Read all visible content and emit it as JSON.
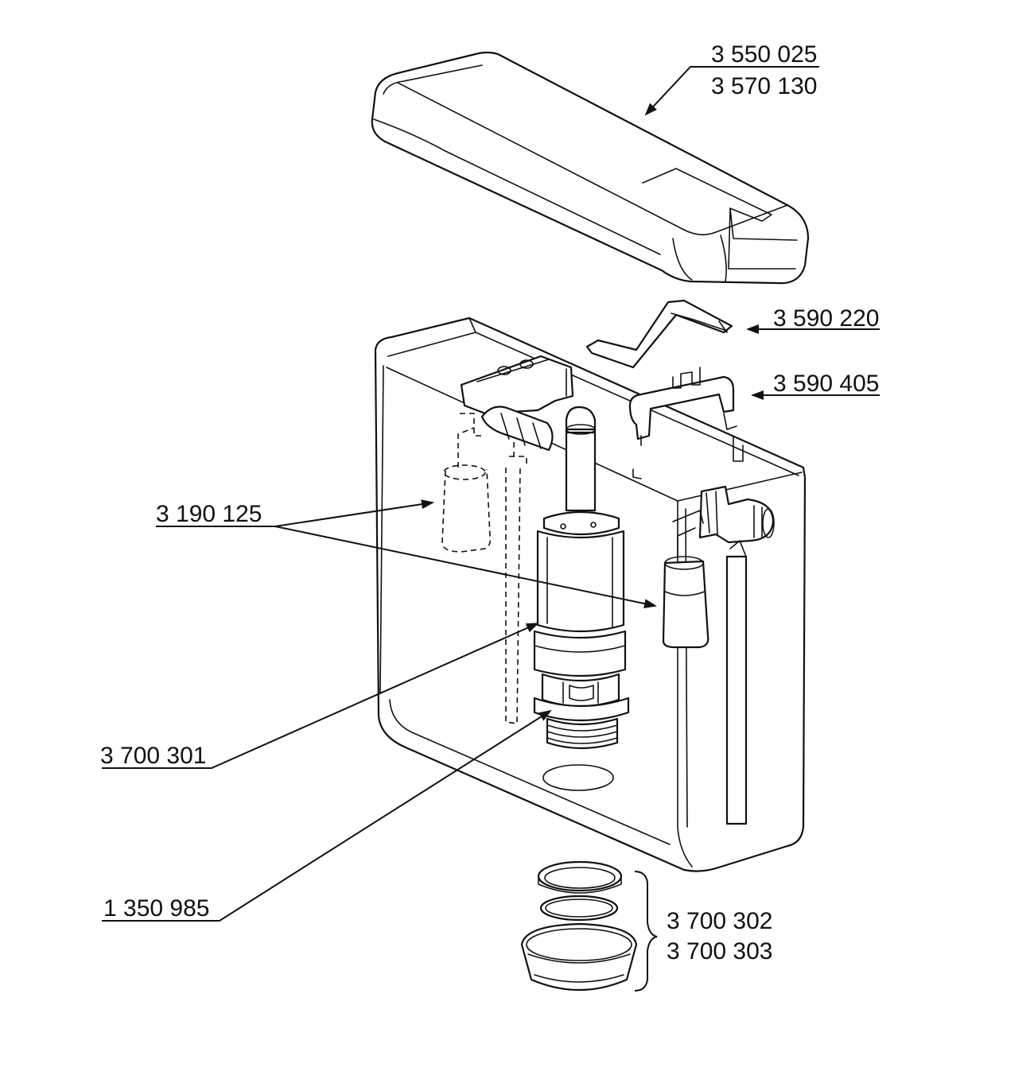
{
  "callouts": {
    "lid": {
      "line1": "3 550 025",
      "line2": "3 570 130"
    },
    "lever": {
      "label": "3 590 220"
    },
    "clip": {
      "label": "3 590 405"
    },
    "fill_valve": {
      "label": "3 190 125"
    },
    "flush_valve": {
      "label": "3 700 301"
    },
    "seal": {
      "label": "1 350 985"
    },
    "outlet_set": {
      "line1": "3 700 302",
      "line2": "3 700 303"
    }
  }
}
